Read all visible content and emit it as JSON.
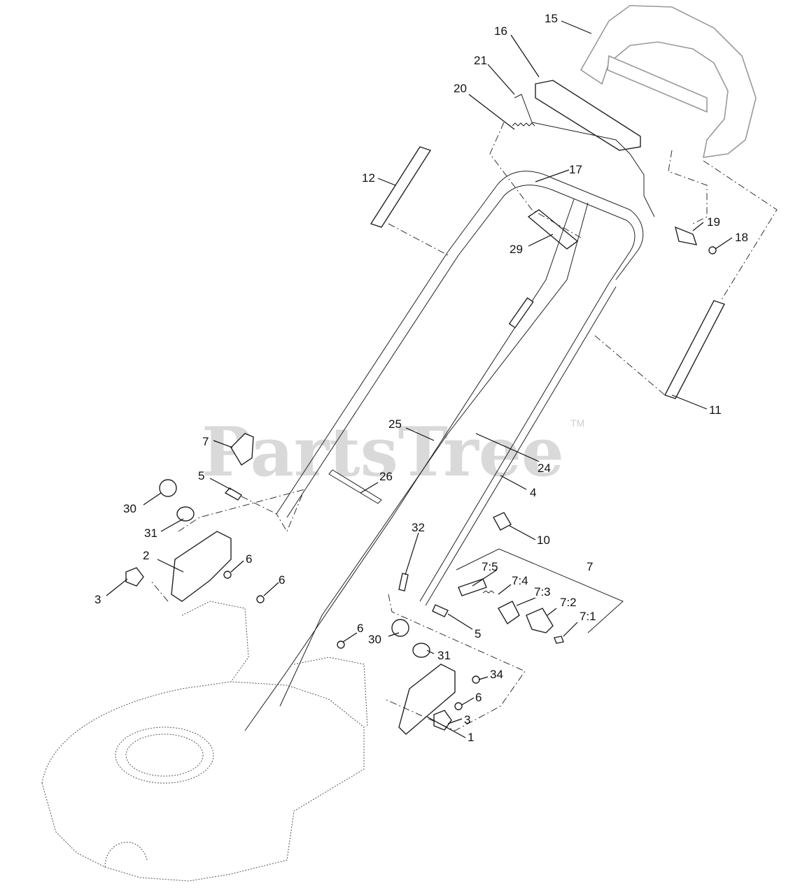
{
  "watermark": {
    "text": "PartsTree",
    "tm": "TM"
  },
  "callouts": {
    "c15": "15",
    "c16": "16",
    "c21": "21",
    "c20": "20",
    "c17": "17",
    "c19": "19",
    "c18": "18",
    "c12": "12",
    "c29": "29",
    "c11": "11",
    "c25": "25",
    "c24": "24",
    "c4": "4",
    "c7a": "7",
    "c26": "26",
    "c5a": "5",
    "c30a": "30",
    "c31a": "31",
    "c2": "2",
    "c6a": "6",
    "c6b": "6",
    "c3a": "3",
    "c10": "10",
    "c32": "32",
    "c7b": "7",
    "c75": "7:5",
    "c74": "7:4",
    "c73": "7:3",
    "c72": "7:2",
    "c71": "7:1",
    "c5b": "5",
    "c6c": "6",
    "c30b": "30",
    "c31b": "31",
    "c34": "34",
    "c6d": "6",
    "c1": "1",
    "c3b": "3"
  }
}
